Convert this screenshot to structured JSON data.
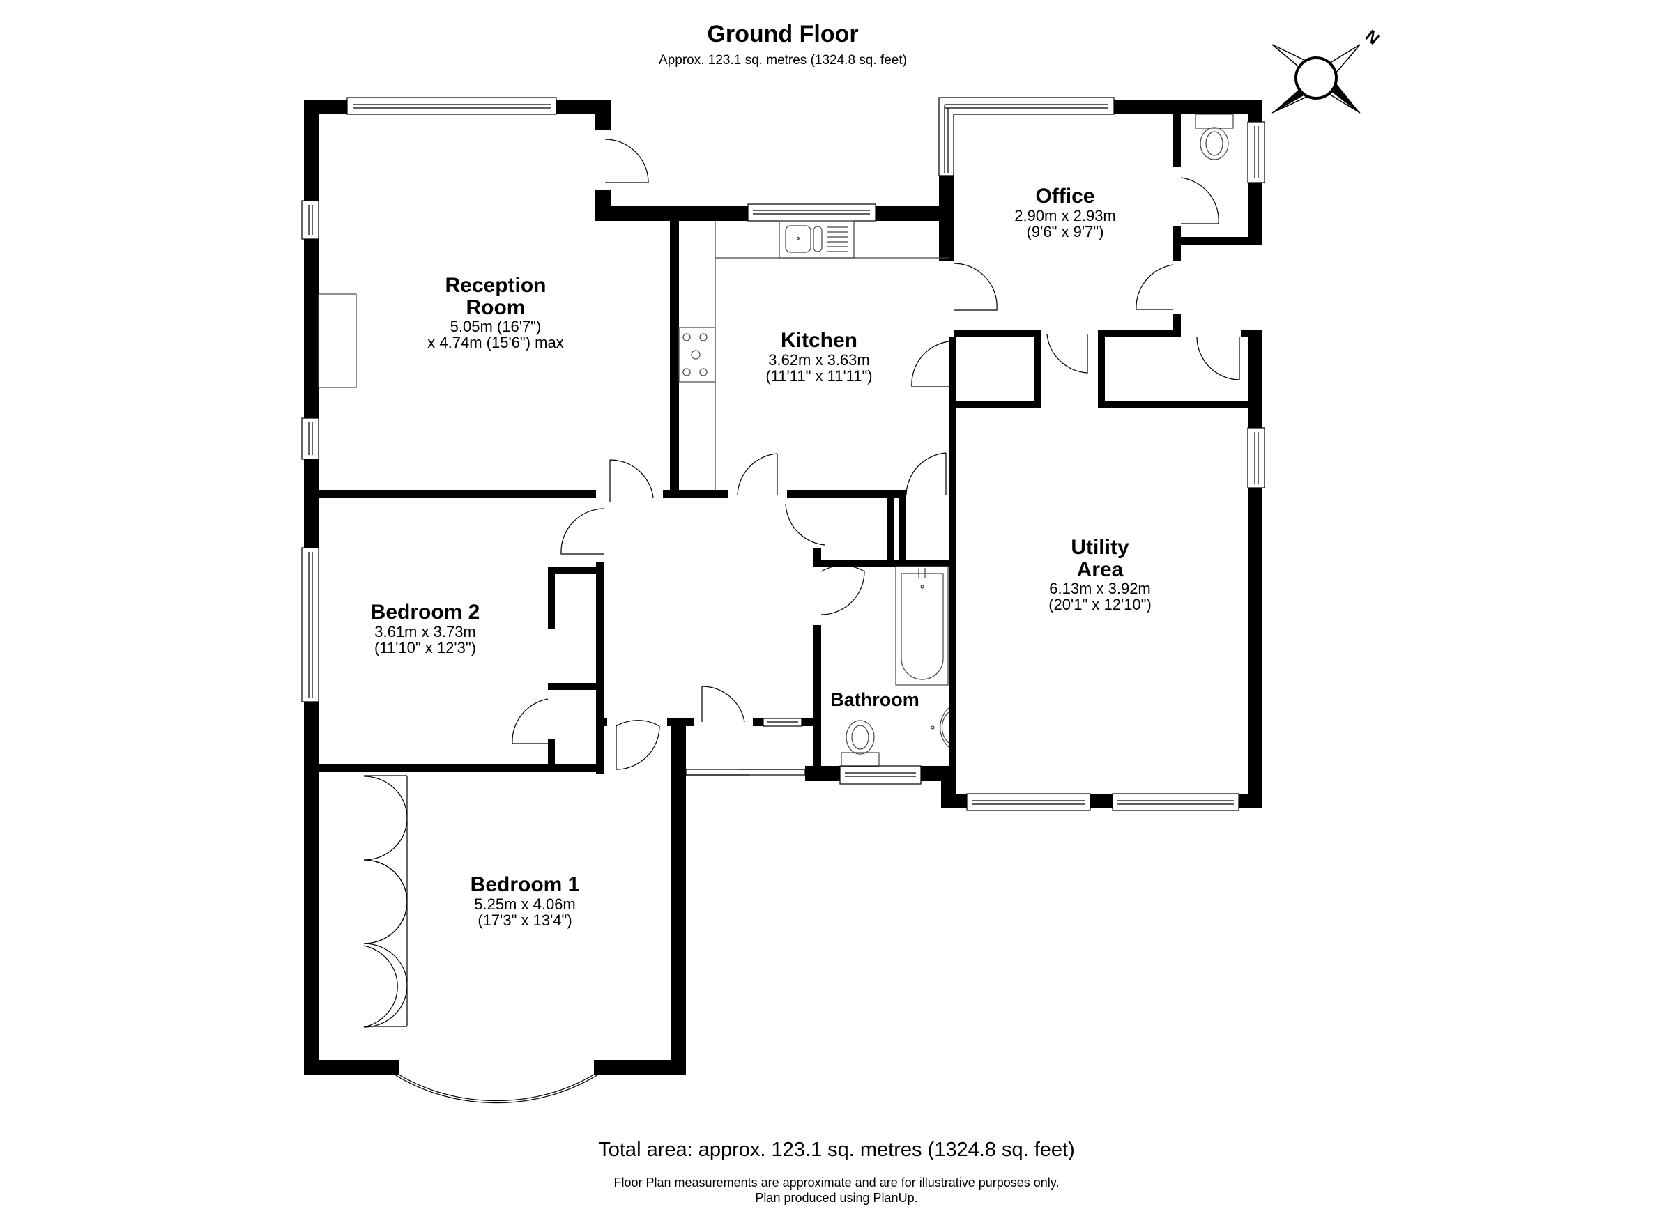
{
  "header": {
    "title": "Ground Floor",
    "subtitle": "Approx. 123.1 sq. metres (1324.8 sq. feet)"
  },
  "compass": {
    "icon": "compass-rose-icon",
    "north_label": "N"
  },
  "rooms": [
    {
      "id": "reception-room",
      "name_line1": "Reception",
      "name_line2": "Room",
      "dim_line1": "5.05m (16'7\")",
      "dim_line2": "x 4.74m (15'6\") max"
    },
    {
      "id": "kitchen",
      "name": "Kitchen",
      "dim_metric": "3.62m x 3.63m",
      "dim_imperial": "(11'11\" x 11'11\")"
    },
    {
      "id": "office",
      "name": "Office",
      "dim_metric": "2.90m x 2.93m",
      "dim_imperial": "(9'6\" x 9'7\")"
    },
    {
      "id": "bedroom-2",
      "name": "Bedroom 2",
      "dim_metric": "3.61m x 3.73m",
      "dim_imperial": "(11'10\" x 12'3\")"
    },
    {
      "id": "utility-area",
      "name_line1": "Utility",
      "name_line2": "Area",
      "dim_metric": "6.13m x 3.92m",
      "dim_imperial": "(20'1\" x 12'10\")"
    },
    {
      "id": "bathroom",
      "name": "Bathroom"
    },
    {
      "id": "bedroom-1",
      "name": "Bedroom 1",
      "dim_metric": "5.25m x 4.06m",
      "dim_imperial": "(17'3\" x 13'4\")"
    }
  ],
  "footer": {
    "total_area": "Total area: approx. 123.1 sq. metres (1324.8 sq. feet)",
    "disclaimer": "Floor Plan measurements are approximate and are for illustrative purposes only.",
    "credit": "Plan produced using PlanUp."
  },
  "colors": {
    "wall": "#000000",
    "background": "#ffffff",
    "fixture_line": "#444444"
  }
}
